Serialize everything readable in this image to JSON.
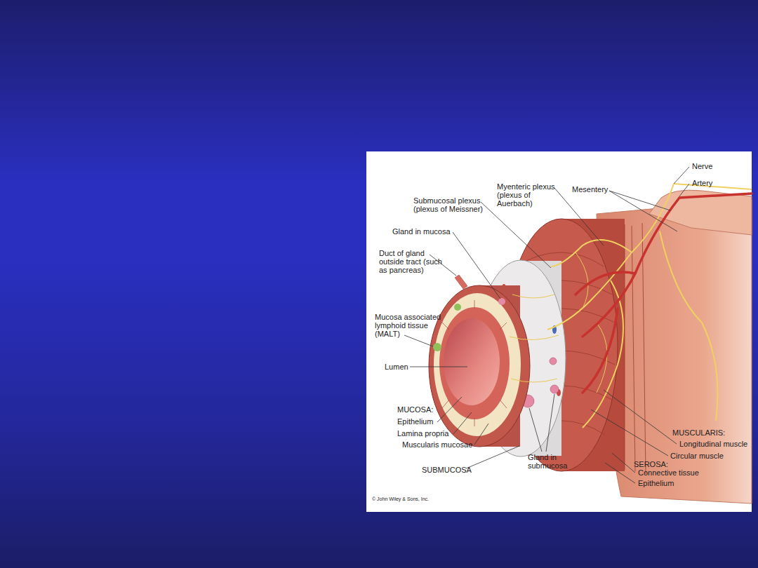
{
  "diagram": {
    "labels": [
      "Nerve",
      "Artery",
      "Myenteric plexus (plexus of Auerbach)",
      "Mesentery",
      "Submucosal plexus (plexus of Meissner)",
      "Gland in mucosa",
      "Duct of gland outside tract (such as pancreas)",
      "Mucosa associated lymphoid tissue (MALT)",
      "Lumen",
      "MUCOSA:",
      "Epithelium",
      "Lamina propria",
      "Muscularis mucosae",
      "SUBMUCOSA",
      "Gland in submucosa",
      "MUSCULARIS:",
      "Longitudinal muscle",
      "Circular muscle",
      "SEROSA:",
      "Connective tissue",
      "Epithelium",
      "© John Wiley & Sons, Inc."
    ]
  }
}
